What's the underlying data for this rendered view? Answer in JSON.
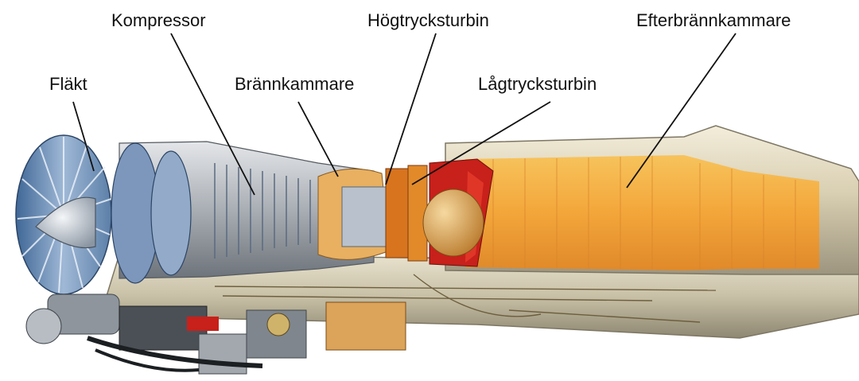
{
  "diagram": {
    "labels": {
      "flakt": "Fläkt",
      "kompressor": "Kompressor",
      "brannkammare": "Brännkammare",
      "hogtrycksturbin": "Högtrycksturbin",
      "lagtrycksturbin": "Lågtrycksturbin",
      "efterbrannkammare": "Efterbrännkammare"
    },
    "colors": {
      "fan_blue": "#6e8fb8",
      "metal_grey": "#c9ccd0",
      "flame_orange": "#f0a030",
      "turbine_red": "#c8201a",
      "casing_cream": "#e8dfc6",
      "leader_line": "#111111"
    }
  }
}
